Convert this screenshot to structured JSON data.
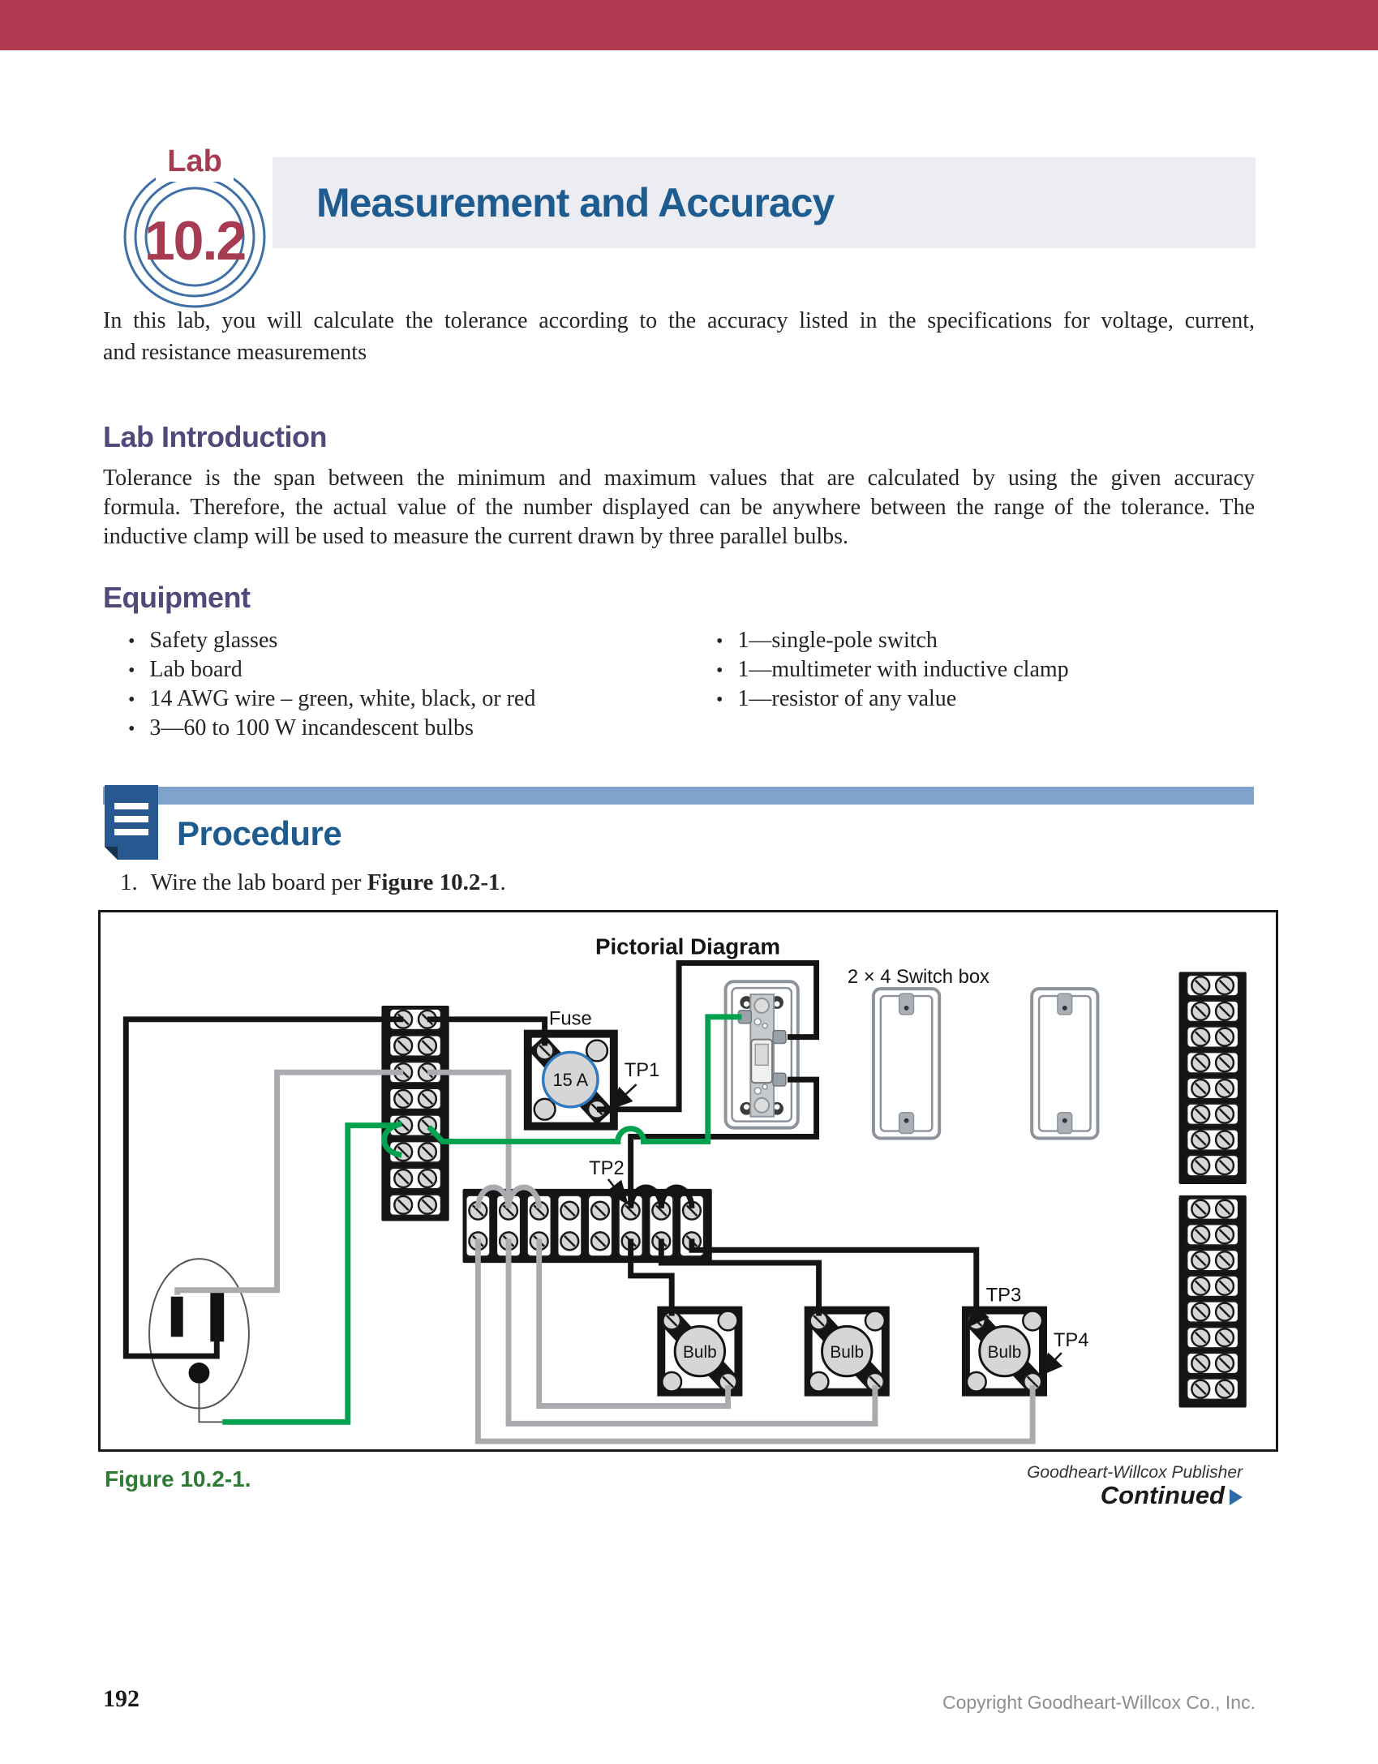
{
  "header": {
    "lab_label": "Lab",
    "lab_number": "10.2",
    "title": "Measurement and Accuracy"
  },
  "intro_lines": [
    "In this lab, you will calculate the tolerance according to the accuracy listed in the specifications for voltage, current,",
    "and resistance measurements"
  ],
  "lab_introduction": {
    "heading": "Lab Introduction",
    "lines": [
      "Tolerance is the span between the minimum and maximum values that are calculated by using the given accuracy",
      "formula. Therefore, the actual value of the number displayed can be anywhere between the range of the tolerance. The",
      "inductive clamp will be used to measure the current drawn by three parallel bulbs."
    ]
  },
  "equipment": {
    "heading": "Equipment",
    "left_items": [
      "Safety glasses",
      "Lab board",
      "14 AWG wire – green, white, black, or red",
      "3—60 to 100 W incandescent bulbs"
    ],
    "right_items": [
      "1—single-pole switch",
      "1—multimeter with inductive clamp",
      "1—resistor of any value"
    ]
  },
  "procedure": {
    "heading": "Procedure",
    "step_number": "1.",
    "step_text": "Wire the lab board per ",
    "step_ref": "Figure 10.2-1",
    "step_suffix": "."
  },
  "figure": {
    "title": "Pictorial Diagram",
    "switch_box_label": "2 × 4 Switch box",
    "fuse_label": "Fuse",
    "fuse_rating": "15 A",
    "tp1": "TP1",
    "tp2": "TP2",
    "tp3": "TP3",
    "tp4": "TP4",
    "bulb_label": "Bulb",
    "caption": "Figure 10.2-1.",
    "credit": "Goodheart-Willcox Publisher",
    "continued_label": "Continued"
  },
  "footer": {
    "page_number": "192",
    "copyright": "Copyright Goodheart-Willcox Co., Inc."
  },
  "colors": {
    "header_bar": "#b23a50",
    "accent_red": "#a63b52",
    "heading_purple": "#4e4a7a",
    "heading_blue": "#1e5c90",
    "procedure_bar": "#7ea3cd",
    "procedure_icon": "#27588f",
    "caption_green": "#2e7b33",
    "wire_black": "#141414",
    "wire_gray": "#a9abae",
    "wire_green": "#00a24f",
    "band_gray": "#ecedf2",
    "fuse_ring_blue": "#2e79c0",
    "continued_arrow": "#2d6ca8"
  }
}
